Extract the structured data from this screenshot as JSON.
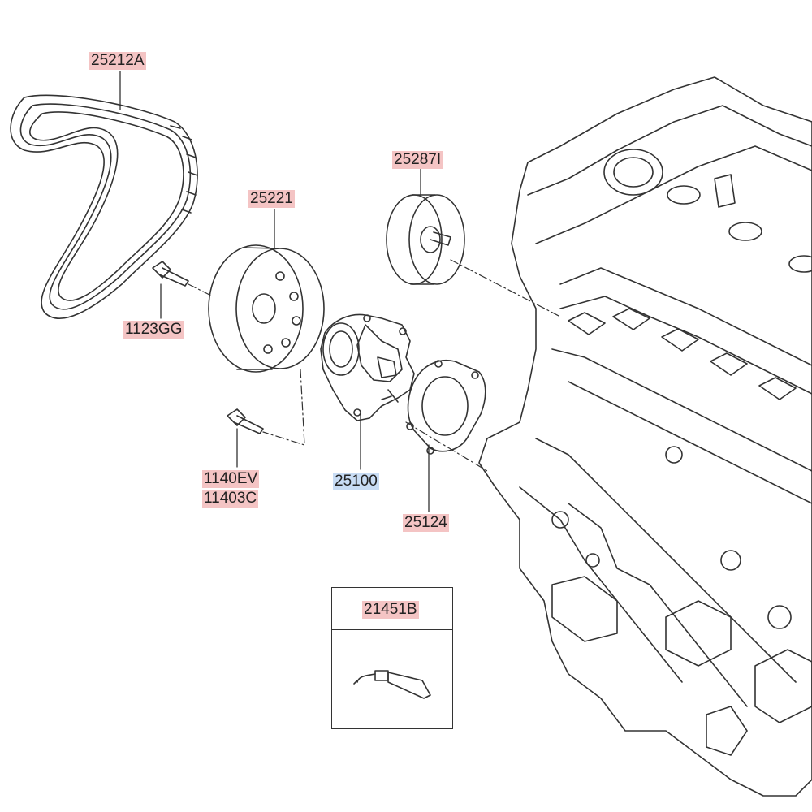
{
  "parts": {
    "belt": "25212A",
    "pulley": "25221",
    "idler": "25287I",
    "bolt_pulley": "1123GG",
    "bolt_pump_a": "1140EV",
    "bolt_pump_b": "11403C",
    "water_pump": "25100",
    "gasket": "25124",
    "sealant": "21451B"
  },
  "colors": {
    "label_highlight": "#f4c4c4",
    "selected_highlight": "#c8dcf4",
    "line": "#333333"
  }
}
